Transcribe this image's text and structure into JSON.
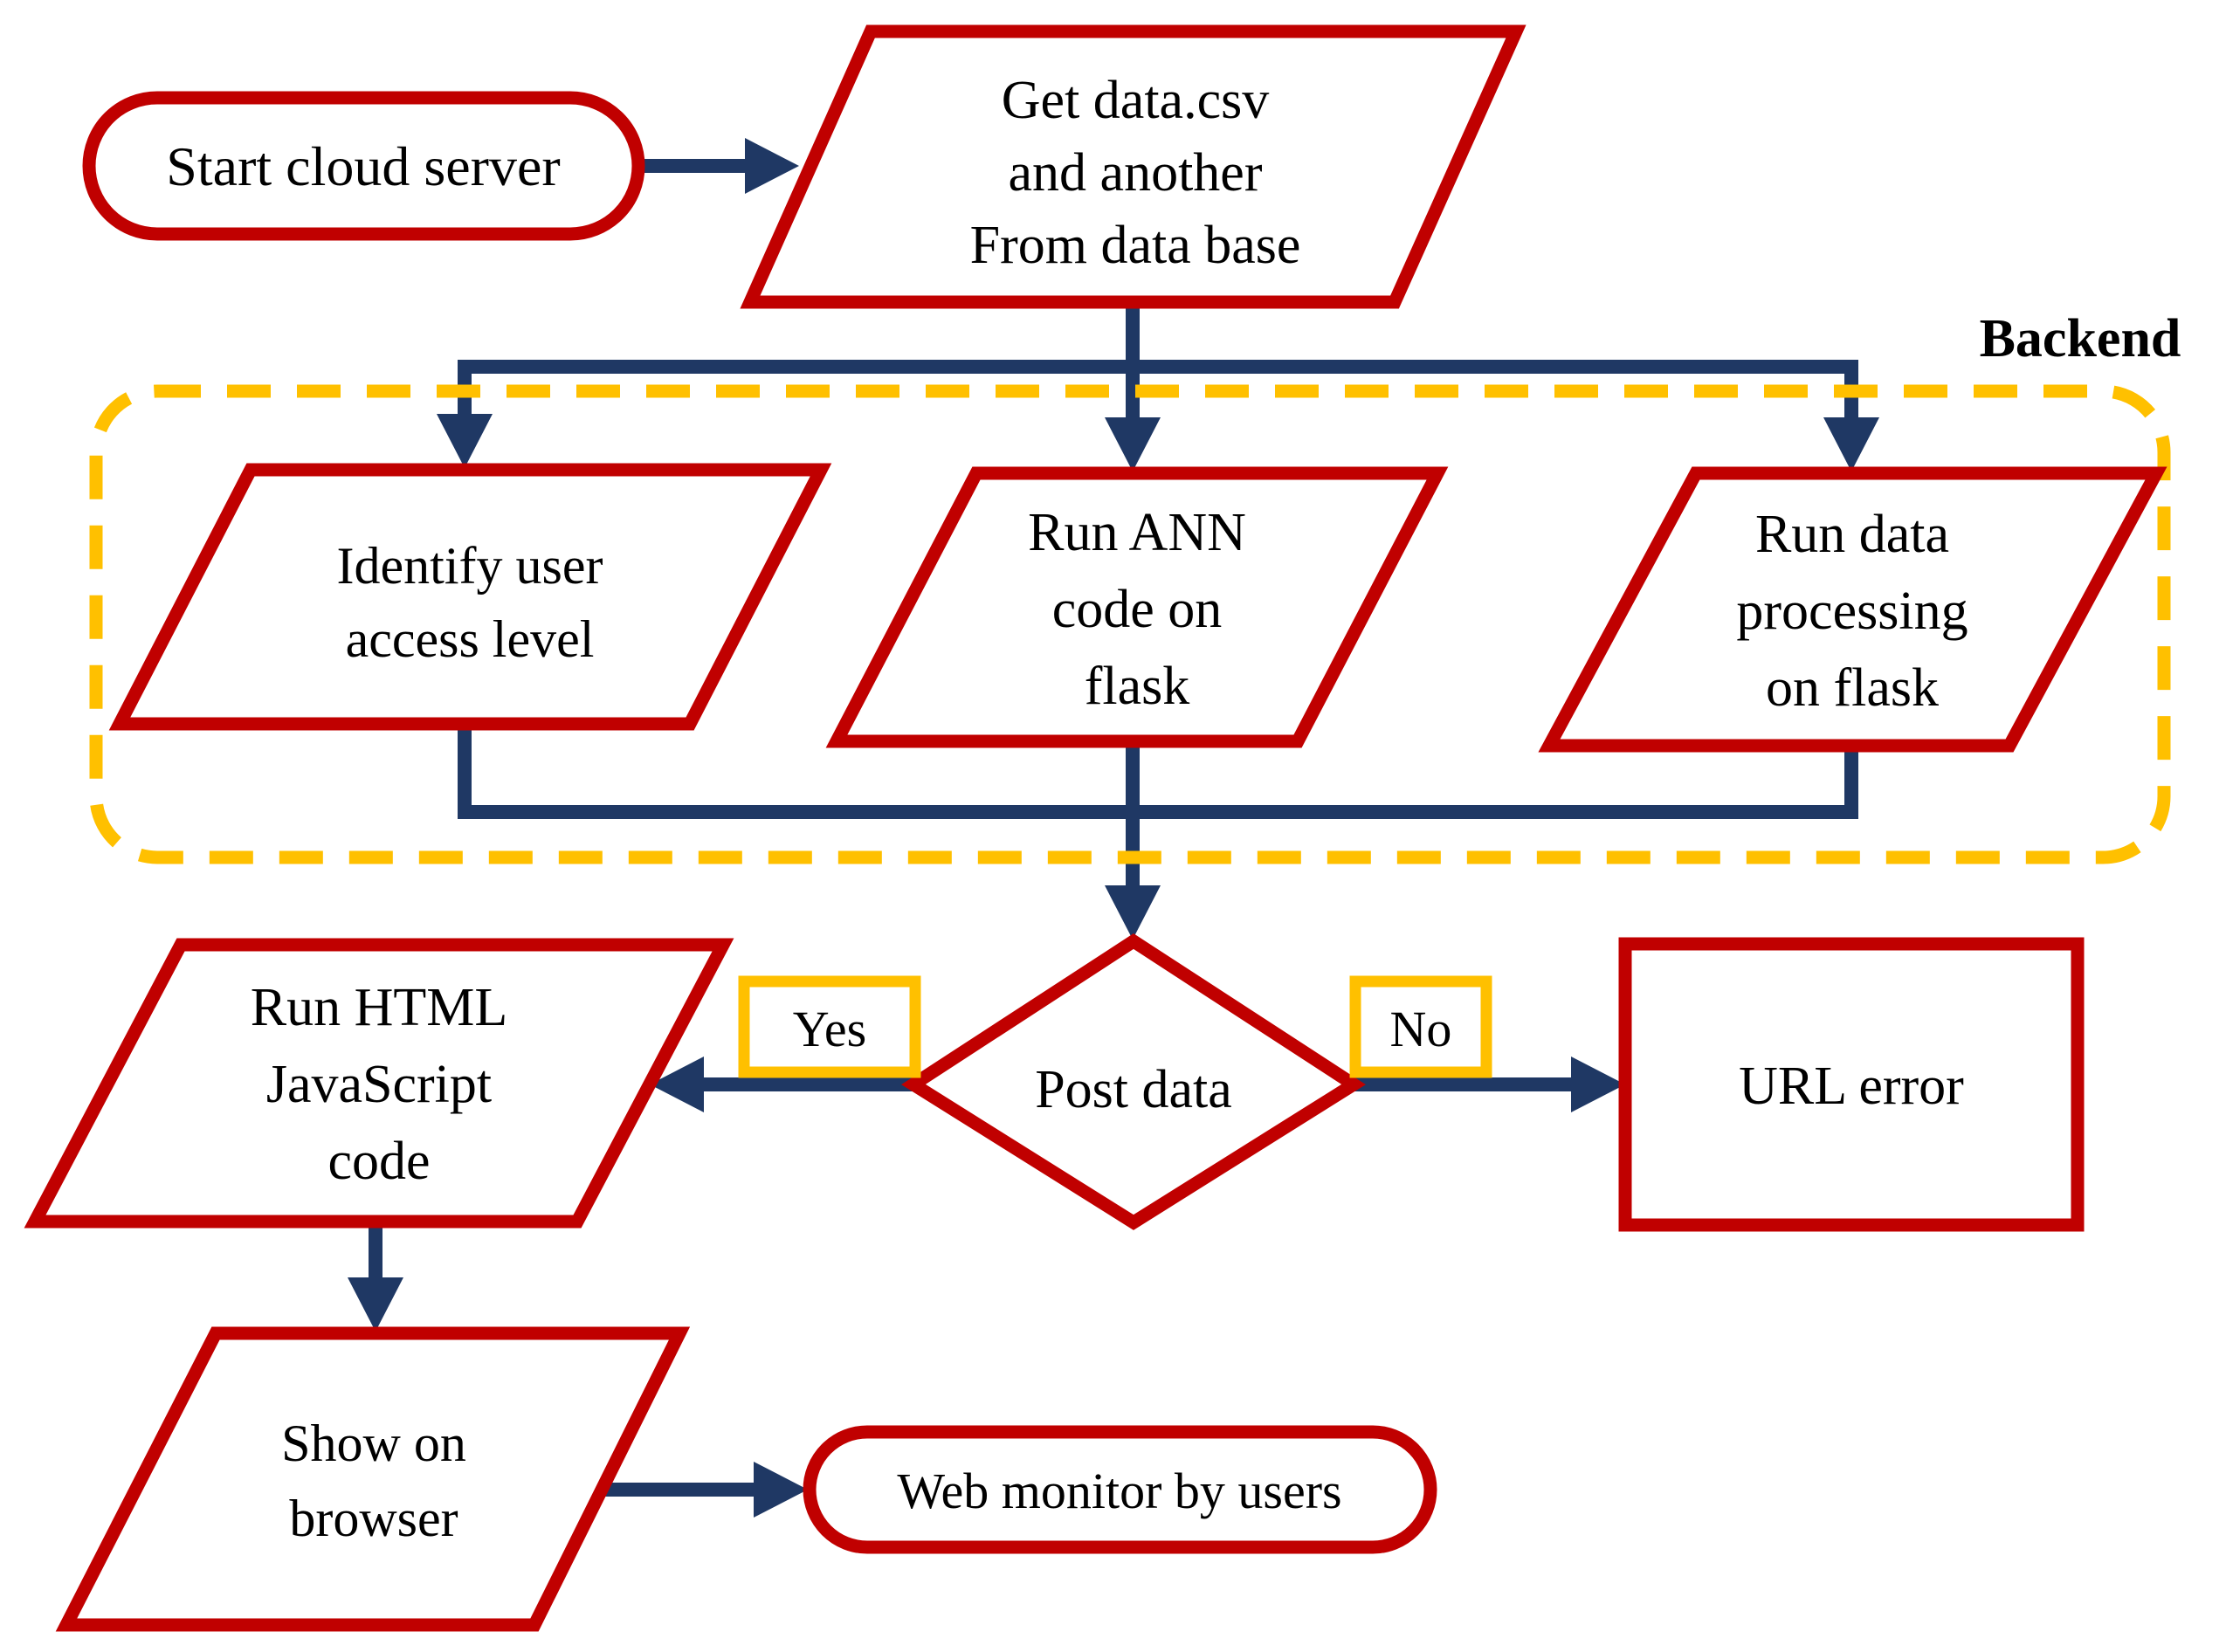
{
  "diagram": {
    "backend_label": "Backend",
    "colors": {
      "shape_border": "#C00000",
      "arrow": "#1F3864",
      "backend_box": "#FFC000",
      "text": "#000000",
      "background": "#FFFFFF"
    },
    "nodes": {
      "start": {
        "type": "terminator",
        "label": "Start cloud server"
      },
      "get_data": {
        "type": "data",
        "lines": [
          "Get data.csv",
          "and another",
          "From data base"
        ]
      },
      "identify_user": {
        "type": "data",
        "lines": [
          "Identify user",
          "access level"
        ]
      },
      "run_ann": {
        "type": "data",
        "lines": [
          "Run ANN",
          "code on",
          "flask"
        ]
      },
      "run_processing": {
        "type": "data",
        "lines": [
          "Run data",
          "processing",
          "on flask"
        ]
      },
      "post_data": {
        "type": "decision",
        "label": "Post data"
      },
      "run_html": {
        "type": "data",
        "lines": [
          "Run HTML",
          "JavaScript",
          "code"
        ]
      },
      "url_error": {
        "type": "process",
        "label": "URL error"
      },
      "show_browser": {
        "type": "data",
        "lines": [
          "Show on",
          "browser"
        ]
      },
      "web_monitor": {
        "type": "terminator",
        "label": "Web monitor by users"
      }
    },
    "edge_labels": {
      "yes": "Yes",
      "no": "No"
    }
  }
}
